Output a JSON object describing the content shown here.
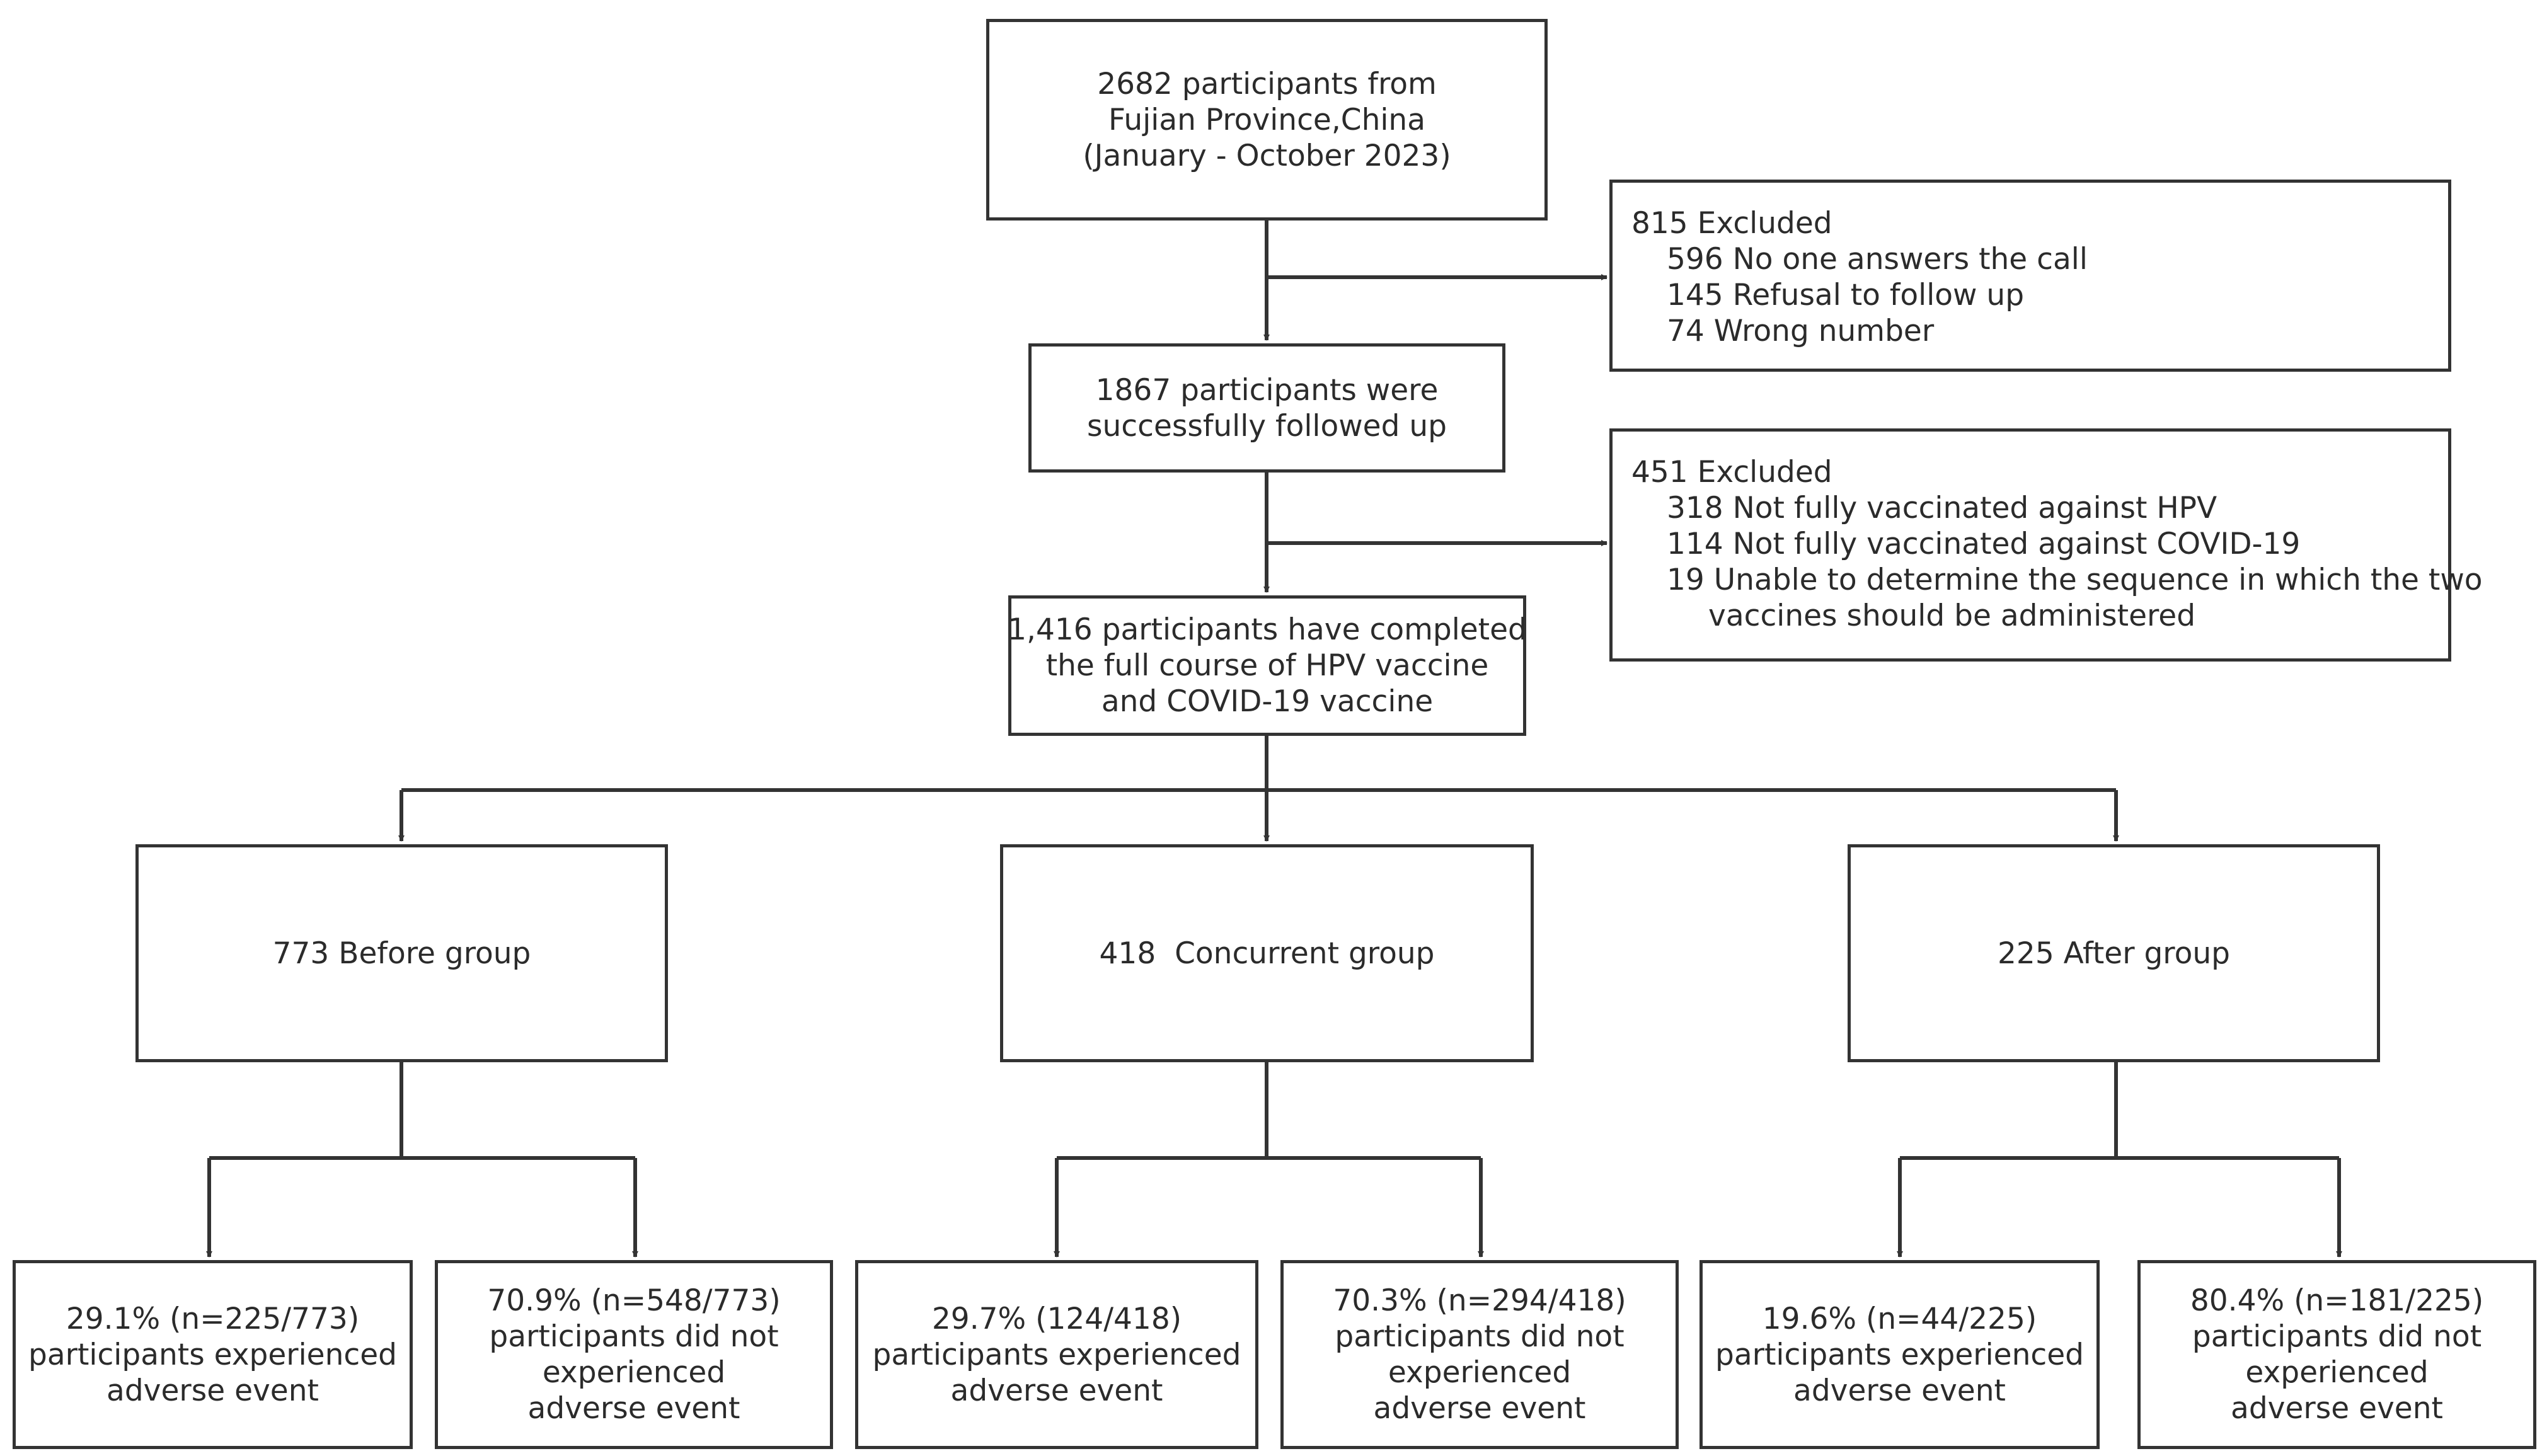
{
  "nodes": {
    "start": [
      "2682 participants from",
      "Fujian Province,China",
      "(January - October 2023)"
    ],
    "excluded1": [
      "815 Excluded",
      "596 No one answers the call",
      "145 Refusal to follow up",
      "74 Wrong number"
    ],
    "followed": [
      "1867 participants were",
      "successfully followed up"
    ],
    "excluded2": [
      "451 Excluded",
      "318 Not fully vaccinated against HPV",
      "114 Not fully vaccinated against COVID-19",
      "19 Unable to determine the sequence in which the two",
      "vaccines should be administered"
    ],
    "completed": [
      "1,416 participants have completed",
      "the full course of HPV vaccine",
      "and COVID-19 vaccine"
    ],
    "before_group": "773 Before group",
    "concurrent_group": "418  Concurrent group",
    "after_group": "225 After group",
    "before_ae": [
      "29.1% (n=225/773)",
      "participants experienced",
      "adverse event"
    ],
    "before_no_ae": [
      "70.9% (n=548/773)",
      "participants did not",
      "experienced",
      "adverse event"
    ],
    "concurrent_ae": [
      "29.7% (124/418)",
      "participants experienced",
      "adverse event"
    ],
    "concurrent_no_ae": [
      "70.3% (n=294/418)",
      "participants did not",
      "experienced",
      "adverse event"
    ],
    "after_ae": [
      "19.6% (n=44/225)",
      "participants experienced",
      "adverse event"
    ],
    "after_no_ae": [
      "80.4% (n=181/225)",
      "participants did not",
      "experienced",
      "adverse event"
    ]
  },
  "colors": {
    "stroke": "#333333",
    "text": "#2b2b2b",
    "background": "#ffffff"
  }
}
